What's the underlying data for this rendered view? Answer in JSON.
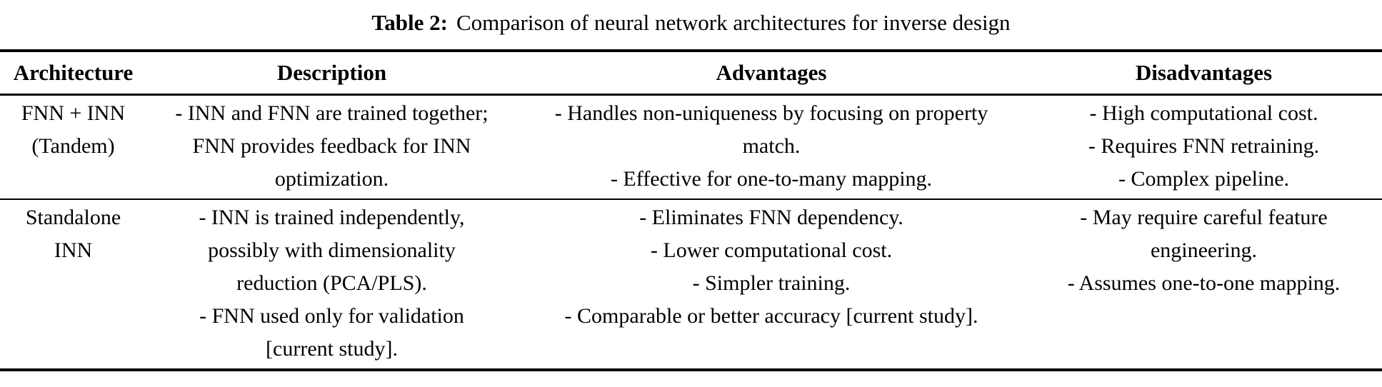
{
  "caption": {
    "label": "Table 2:",
    "text": "Comparison of neural network architectures for inverse design"
  },
  "table": {
    "headers": [
      "Architecture",
      "Description",
      "Advantages",
      "Disadvantages"
    ],
    "rows": [
      {
        "architecture": "FNN + INN (Tandem)",
        "description": [
          "- INN and FNN are trained together; FNN provides feedback for INN optimization."
        ],
        "advantages": [
          "- Handles non-uniqueness by focusing on property match.",
          "- Effective for one-to-many mapping."
        ],
        "disadvantages": [
          "- High computational cost.",
          "- Requires FNN retraining.",
          "- Complex pipeline."
        ]
      },
      {
        "architecture": "Standalone INN",
        "description": [
          "- INN is trained independently, possibly with dimensionality reduction (PCA/PLS).",
          "- FNN used only for validation [current study]."
        ],
        "advantages": [
          "- Eliminates FNN dependency.",
          "- Lower computational cost.",
          "- Simpler training.",
          "- Comparable or better accuracy [current study]."
        ],
        "disadvantages": [
          "- May require careful feature engineering.",
          "- Assumes one-to-one mapping."
        ]
      }
    ]
  },
  "colors": {
    "text": "#000000",
    "background": "#ffffff",
    "rule": "#000000"
  }
}
